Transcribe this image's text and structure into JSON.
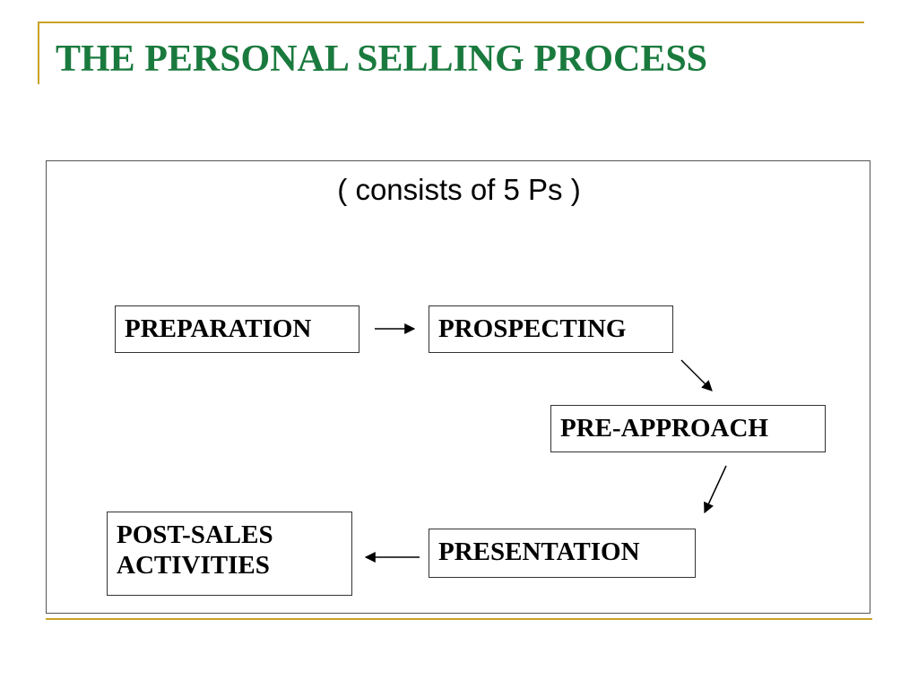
{
  "slide": {
    "title": "THE PERSONAL SELLING PROCESS",
    "subtitle": "( consists of 5 Ps )"
  },
  "steps": [
    {
      "id": "preparation",
      "label": "PREPARATION"
    },
    {
      "id": "prospecting",
      "label": "PROSPECTING"
    },
    {
      "id": "pre-approach",
      "label": "PRE-APPROACH"
    },
    {
      "id": "presentation",
      "label": "PRESENTATION"
    },
    {
      "id": "post-sales-activities",
      "label": "POST-SALES ACTIVITIES"
    }
  ],
  "flow": [
    {
      "from": "preparation",
      "to": "prospecting"
    },
    {
      "from": "prospecting",
      "to": "pre-approach"
    },
    {
      "from": "pre-approach",
      "to": "presentation"
    },
    {
      "from": "presentation",
      "to": "post-sales-activities"
    }
  ],
  "colors": {
    "title": "#1a7a3e",
    "accent": "#c9a227",
    "text": "#000000",
    "border": "#333333"
  }
}
